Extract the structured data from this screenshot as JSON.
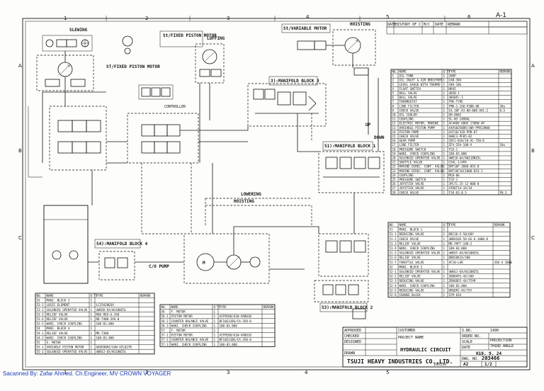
{
  "sheet": {
    "sheet_no": "A-1",
    "grid_columns": [
      "1",
      "2",
      "3",
      "4",
      "5",
      "6"
    ],
    "grid_rows": [
      "A",
      "B",
      "C"
    ]
  },
  "labels": {
    "slewing": "SLEWING",
    "st_fixed_piston_motor_left": "ST/FIXED PISTON MOTOR",
    "st_fixed_piston_motor_mid": "St/FIXED PISTON MOTOR",
    "luffing": "LUFFING",
    "hoisting": "HOISTING",
    "st_variable_motor": "St/VARIABLE MOTOR",
    "manifold_block_3": "3):MANIFOLD BLOCK 3",
    "manifold_block_1": "51):MANIFOLD BLOCK 1",
    "manifold_block_4": "54):MANIFOLD BLOCK 4",
    "manifold_block_2": "53):MANIFOLD BLOCK 2",
    "lowering": "LOWERING",
    "hoisting_lower": "HOISTING",
    "pump": "C/O PUMP",
    "down": "DOWN",
    "up": "UP",
    "controller": "CONTROLLER"
  },
  "parts_main": {
    "headers": [
      "NO.",
      "NAME",
      "Q'TY",
      "TYPE",
      "REMARK"
    ],
    "rows": [
      [
        "1",
        "OIL TANK",
        "1",
        "200P",
        ""
      ],
      [
        "2",
        "OIL INLET & AIR BREATHER",
        "1",
        "CAB-30A",
        ""
      ],
      [
        "3",
        "LEVEL GAUGE WITH THERMO",
        "1",
        "CKH-10G",
        ""
      ],
      [
        "4",
        "FLOAT SWITCH",
        "1",
        "HR45",
        ""
      ],
      [
        "5",
        "BALL VALVE",
        "1",
        "405B-1",
        ""
      ],
      [
        "6",
        "BALL VALVE",
        "1",
        "40SBFL-1",
        ""
      ],
      [
        "7",
        "THERMOSTAT",
        "1",
        "TMS-TYPE",
        ""
      ],
      [
        "8",
        "LINE FILTER",
        "1",
        "FMH-1-150-P3DB-08",
        "30u"
      ],
      [
        "9",
        "CHECK VALVE",
        "1",
        "CA-10F-43-00-000-941-2",
        "0.5"
      ],
      [
        "10",
        "OIL COOLER",
        "1",
        "OH-0602",
        ""
      ],
      [
        "11",
        "COUPLING",
        "1",
        "SL-N3 1400AL",
        ""
      ],
      [
        "12",
        "ELECTRIC MOTOR, MARINE",
        "1",
        "AC440V 60HZ 170KW 4P",
        ""
      ],
      [
        "13",
        "VARIABLE PISTON PUMP",
        "1",
        "A4VS0250DR/30R-PPB13N00",
        ""
      ],
      [
        "14",
        "PISTON PUMP",
        "1",
        "A2F10/31R-PPB-07",
        ""
      ],
      [
        "15",
        "CHECK VALVE",
        "1",
        "AH0C3-PF05-02",
        ""
      ],
      [
        "16",
        "GEAR PUMP",
        "1",
        "CBF2-B10/10-AC-750-K",
        ""
      ],
      [
        "17",
        "LINE FILTER",
        "1",
        "ZFA-25A-100-V",
        "10u"
      ],
      [
        "18",
        "PRESSURE SWITCH",
        "1",
        "TCD-1",
        ""
      ],
      [
        "19",
        "WANI. CHECK COUPLING",
        "1",
        "100-03.000",
        ""
      ],
      [
        "20",
        "SOLENOID OPERATED VALVE",
        "1",
        "4WE10-6A/AW110NZ5L",
        ""
      ],
      [
        "21",
        "SHUTTLE VALVE",
        "1",
        "CSVL-1/4PA",
        ""
      ],
      [
        "22",
        "MARINE DIREC. CONT. VALVE",
        "1",
        "DHT10F-3068-053-0",
        ""
      ],
      [
        "23",
        "MARINE DIREC. CONT. VALVE",
        "1",
        "DHT10F16C1000-053-1",
        ""
      ],
      [
        "24",
        "COUPLING",
        "1",
        "MCB-06",
        ""
      ],
      [
        "25",
        "PRESSURE SWITCH",
        "1",
        "TCD-1",
        ""
      ],
      [
        "26",
        "JOYSTICK VALVE",
        "1",
        "3PLT1.15-12-000-0",
        ""
      ],
      [
        "27",
        "JOYSTICK VALVE",
        "1",
        "4TH6T14-3X/34",
        ""
      ],
      [
        "28",
        "CHECK VALVE",
        "1",
        "F10-03-0.5",
        "P0.5"
      ]
    ]
  },
  "parts_block1": {
    "headers": [
      "NO.",
      "NAME",
      "Q'TY",
      "TYPE",
      "REMARK"
    ],
    "rows": [
      [
        "51",
        "MANI. BLOCK 1",
        "1",
        "",
        ""
      ],
      [
        "51-1",
        "REDUCING VALVE",
        "1",
        "DRC10-5-50/60Y",
        ""
      ],
      [
        "51-2",
        "CHECK VALVE",
        "1",
        "4WEH16E-50-6G-6-1000-0",
        ""
      ],
      [
        "51-3",
        "RELIEF VALVE",
        "1",
        "MD-7HFT-100-2",
        ""
      ],
      [
        "51-4",
        "WANI. CHECK COUPLING",
        "1",
        "100-03.000",
        ""
      ],
      [
        "51-5",
        "SOLENOID OPERATED VALVE",
        "1",
        "4WE6Y-6X/W110NZ5L",
        ""
      ],
      [
        "51-6",
        "RELIEF VALVE",
        "1",
        "DBDS6K1X/200",
        ""
      ],
      [
        "51-7",
        "THROTTLE VALVE",
        "1",
        "AF10-LAR",
        "350 X 2000"
      ],
      [
        "52",
        "MANI. BLOCK 2",
        "1",
        "",
        ""
      ],
      [
        "52-1",
        "SOLENOID OPERATED VALVE",
        "1",
        "4WE6J-6X/W110NZ5L",
        ""
      ],
      [
        "52-2",
        "RELIEF VALVE",
        "1",
        "ZDB6VP2-4X/100",
        ""
      ],
      [
        "52-3",
        "REDUCING VALVE",
        "1",
        "ZDR6DP2-4X/75YM",
        ""
      ],
      [
        "52-4",
        "WANI. CHECK COUPLING",
        "1",
        "100-03.000",
        ""
      ],
      [
        "52-5",
        "REDUCING VALVE",
        "1",
        "DR6DP2-4X/75Y",
        ""
      ],
      [
        "52-6",
        "CHANGE BLOCK",
        "1",
        "IFM-034",
        ""
      ]
    ]
  },
  "parts_block3": {
    "headers": [
      "NO.",
      "NAME",
      "Q'TY",
      "TYPE",
      "REMARK"
    ],
    "rows": [
      [
        "53",
        "MANI. BLOCK 3",
        "1",
        "",
        ""
      ],
      [
        "53-1",
        "LOGIC ELEMENT",
        "1",
        "LC25A20E6X",
        ""
      ],
      [
        "53-2",
        "SOLENOID OPERATED VALVE",
        "1",
        "4WE6D-6X/W110NZ5L",
        ""
      ],
      [
        "53-3",
        "RELIEF VALVE",
        "1",
        "RD6-REO-A-350",
        ""
      ],
      [
        "53-4",
        "RELIEF VALVE",
        "1",
        "RD-T400-394-0",
        ""
      ],
      [
        "53-5",
        "WANI. CHECK COUPLING",
        "1",
        "100-03.000",
        ""
      ],
      [
        "54",
        "MANI. BLOCK 4",
        "1",
        "",
        ""
      ],
      [
        "54-1",
        "RELIEF VALVE",
        "1",
        "MD-T300",
        ""
      ],
      [
        "54-2",
        "WANI. CHECK COUPLING",
        "1",
        "100-03.000",
        ""
      ],
      [
        "55",
        "S. MOTOR",
        "1",
        "",
        ""
      ],
      [
        "55-1",
        "VARIABLE PISTON MOTOR",
        "1",
        "A6VE80HZ/63W-VZL027B",
        ""
      ],
      [
        "55-2",
        "SOLENOID OPERATED VALVE",
        "1",
        "4WE6J-6X/W110NZ5L",
        ""
      ]
    ]
  },
  "parts_motors": {
    "headers": [
      "NO.",
      "NAME",
      "Q'TY",
      "TYPE",
      "REMARK"
    ],
    "rows": [
      [
        "56",
        "F. MOTOR",
        "1",
        "",
        ""
      ],
      [
        "56-1",
        "PISTON MOTOR",
        "1",
        "A2FM180/61W-VAB010",
        ""
      ],
      [
        "56-2",
        "COUNTER BALANCE VALVE",
        "1",
        "BF10G11BG/CA-350-0",
        ""
      ],
      [
        "56-3",
        "WANI. CHECK COUPLING",
        "1",
        "100-03.000",
        ""
      ],
      [
        "57",
        "F. MOTOR",
        "1",
        "",
        ""
      ],
      [
        "57-1",
        "PISTON MOTOR",
        "1",
        "A2FM180/61W-VAB010",
        ""
      ],
      [
        "57-2",
        "COUNTER BALANCE VALVE",
        "1",
        "BF10G11BG/CA-350-0",
        ""
      ],
      [
        "57-3",
        "WANI. CHECK COUPLING",
        "1",
        "100-03.000",
        ""
      ]
    ]
  },
  "title_block": {
    "rev_headers": [
      "DATE",
      "HISTORY OF C",
      "M/C",
      "DATE",
      "REMARK"
    ],
    "approved_label": "APPROVED",
    "checked_label": "CHECKED",
    "drawn_label": "DRAWN",
    "designed_label": "DESIGNED",
    "project_label": "PROJECT NAME",
    "customer_label": "CUSTOMER",
    "drawing_title": "HYDRAULIC CIRCUIT",
    "company": "TSUJI HEAVY INDUSTRIES CO.,LTD.",
    "ship_no_label": "S.NO.",
    "ship_no": "1490",
    "order_no_label": "ORDER NO.",
    "scale_label": "SCALE",
    "projection_label": "PROJECTION",
    "projection": "THIRD ANGLE",
    "date_label": "DATE",
    "date": "H10. 9. 24",
    "dwg_no_label": "DWG. NO.",
    "dwg_no": "203466",
    "size": "A2",
    "sheet_of": "1/2",
    "drawing_code": "IO0136"
  },
  "scan_note": "Sacanned By: Zafar Ahmed. Ch.Engineer, MV CROWN VOYAGER"
}
